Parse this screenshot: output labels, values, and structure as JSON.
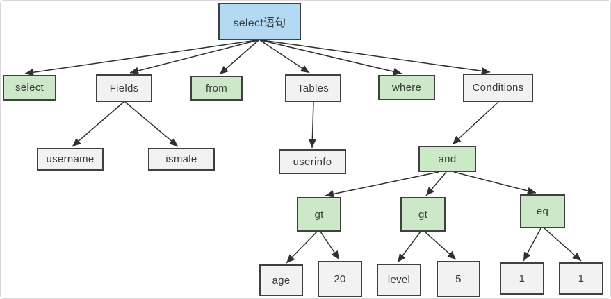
{
  "colors": {
    "background": "#ffffff",
    "root_fill": "#b3daf2",
    "keyword_fill": "#cce8c8",
    "plain_fill": "#f2f2f2",
    "node_border": "#404040",
    "edge": "#303030",
    "text": "#3a3a3a"
  },
  "nodes": {
    "root": {
      "label": "select语句",
      "type": "root"
    },
    "select": {
      "label": "select",
      "type": "keyword"
    },
    "fields": {
      "label": "Fields",
      "type": "plain"
    },
    "from": {
      "label": "from",
      "type": "keyword"
    },
    "tables": {
      "label": "Tables",
      "type": "plain"
    },
    "where": {
      "label": "where",
      "type": "keyword"
    },
    "conditions": {
      "label": "Conditions",
      "type": "plain"
    },
    "username": {
      "label": "username",
      "type": "plain"
    },
    "ismale": {
      "label": "ismale",
      "type": "plain"
    },
    "userinfo": {
      "label": "userinfo",
      "type": "plain"
    },
    "and": {
      "label": "and",
      "type": "keyword"
    },
    "gt1": {
      "label": "gt",
      "type": "keyword"
    },
    "gt2": {
      "label": "gt",
      "type": "keyword"
    },
    "eq": {
      "label": "eq",
      "type": "keyword"
    },
    "age": {
      "label": "age",
      "type": "plain"
    },
    "num20": {
      "label": "20",
      "type": "plain"
    },
    "level": {
      "label": "level",
      "type": "plain"
    },
    "num5": {
      "label": "5",
      "type": "plain"
    },
    "one_left": {
      "label": "1",
      "type": "plain"
    },
    "one_right": {
      "label": "1",
      "type": "plain"
    }
  },
  "edges": [
    {
      "from": "root",
      "to": "select"
    },
    {
      "from": "root",
      "to": "fields"
    },
    {
      "from": "root",
      "to": "from"
    },
    {
      "from": "root",
      "to": "tables"
    },
    {
      "from": "root",
      "to": "where"
    },
    {
      "from": "root",
      "to": "conditions"
    },
    {
      "from": "fields",
      "to": "username"
    },
    {
      "from": "fields",
      "to": "ismale"
    },
    {
      "from": "tables",
      "to": "userinfo"
    },
    {
      "from": "conditions",
      "to": "and"
    },
    {
      "from": "and",
      "to": "gt1"
    },
    {
      "from": "and",
      "to": "gt2"
    },
    {
      "from": "and",
      "to": "eq"
    },
    {
      "from": "gt1",
      "to": "age"
    },
    {
      "from": "gt1",
      "to": "num20"
    },
    {
      "from": "gt2",
      "to": "level"
    },
    {
      "from": "gt2",
      "to": "num5"
    },
    {
      "from": "eq",
      "to": "one_left"
    },
    {
      "from": "eq",
      "to": "one_right"
    }
  ]
}
